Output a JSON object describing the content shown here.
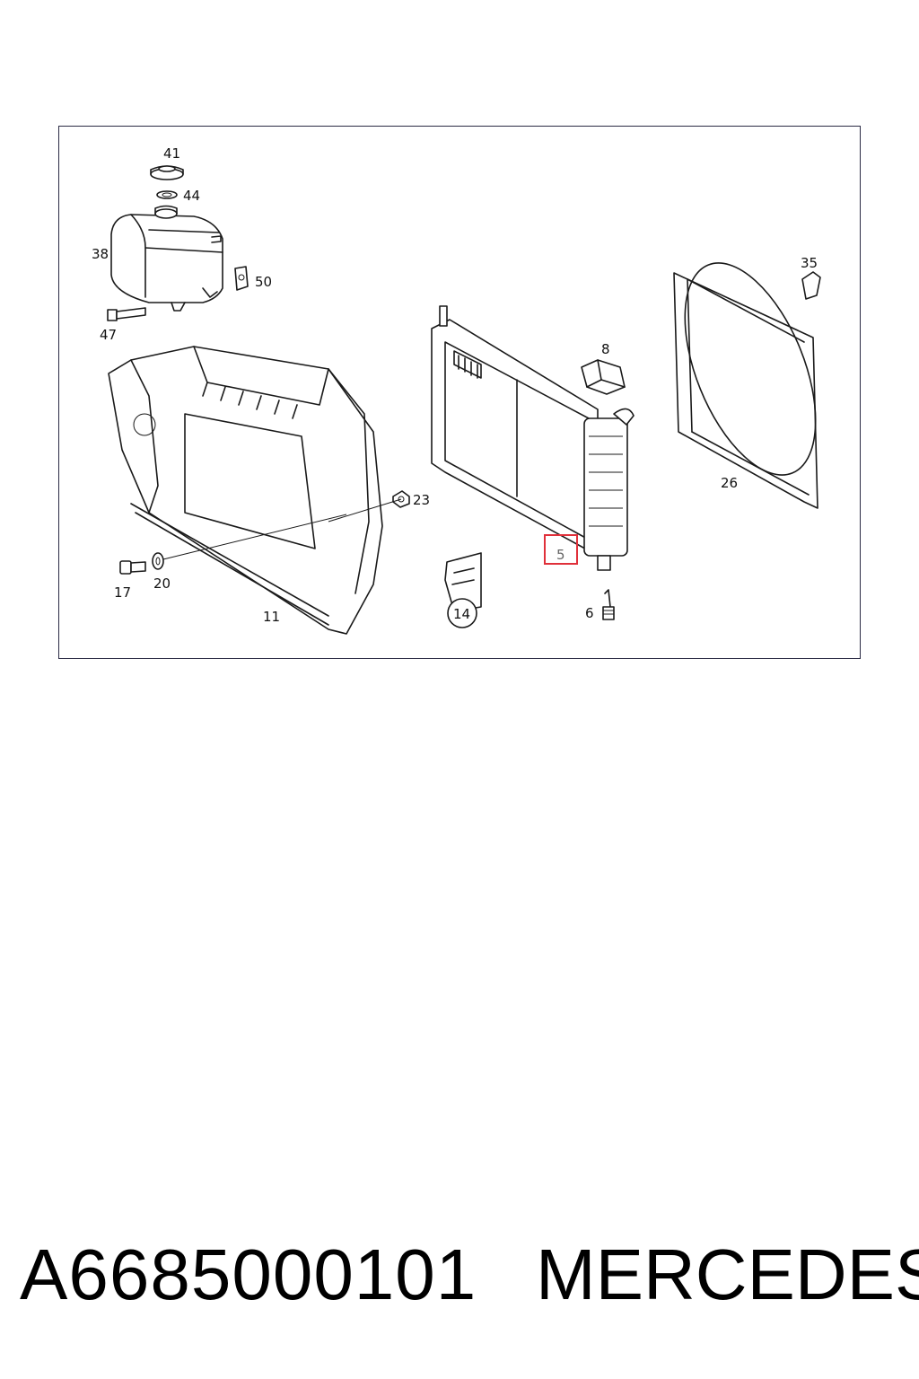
{
  "diagram": {
    "callouts": [
      {
        "id": "41",
        "label": "41"
      },
      {
        "id": "44",
        "label": "44"
      },
      {
        "id": "38",
        "label": "38"
      },
      {
        "id": "50",
        "label": "50"
      },
      {
        "id": "47",
        "label": "47"
      },
      {
        "id": "8",
        "label": "8"
      },
      {
        "id": "35",
        "label": "35"
      },
      {
        "id": "26",
        "label": "26"
      },
      {
        "id": "23",
        "label": "23"
      },
      {
        "id": "17",
        "label": "17"
      },
      {
        "id": "20",
        "label": "20"
      },
      {
        "id": "11",
        "label": "11"
      },
      {
        "id": "14",
        "label": "14"
      },
      {
        "id": "6",
        "label": "6"
      },
      {
        "id": "5",
        "label": "5"
      }
    ],
    "highlighted_part": "5",
    "highlight_color": "#e0303a"
  },
  "footer": {
    "part_number": "A6685000101",
    "brand": "MERCEDES"
  }
}
